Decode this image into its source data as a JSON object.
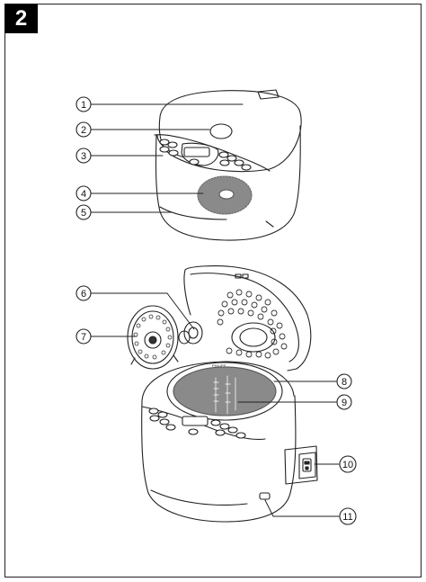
{
  "page": {
    "number": "2"
  },
  "callouts": [
    {
      "id": "c1",
      "label": "1"
    },
    {
      "id": "c2",
      "label": "2"
    },
    {
      "id": "c3",
      "label": "3"
    },
    {
      "id": "c4",
      "label": "4"
    },
    {
      "id": "c5",
      "label": "5"
    },
    {
      "id": "c6",
      "label": "6"
    },
    {
      "id": "c7",
      "label": "7"
    },
    {
      "id": "c8",
      "label": "8"
    },
    {
      "id": "c9",
      "label": "9"
    },
    {
      "id": "c10",
      "label": "10"
    },
    {
      "id": "c11",
      "label": "11"
    }
  ],
  "brand_mark": "PHILIPS",
  "colors": {
    "ink": "#222222",
    "fill_gray": "#8a8a8a",
    "accent": "#000000"
  }
}
